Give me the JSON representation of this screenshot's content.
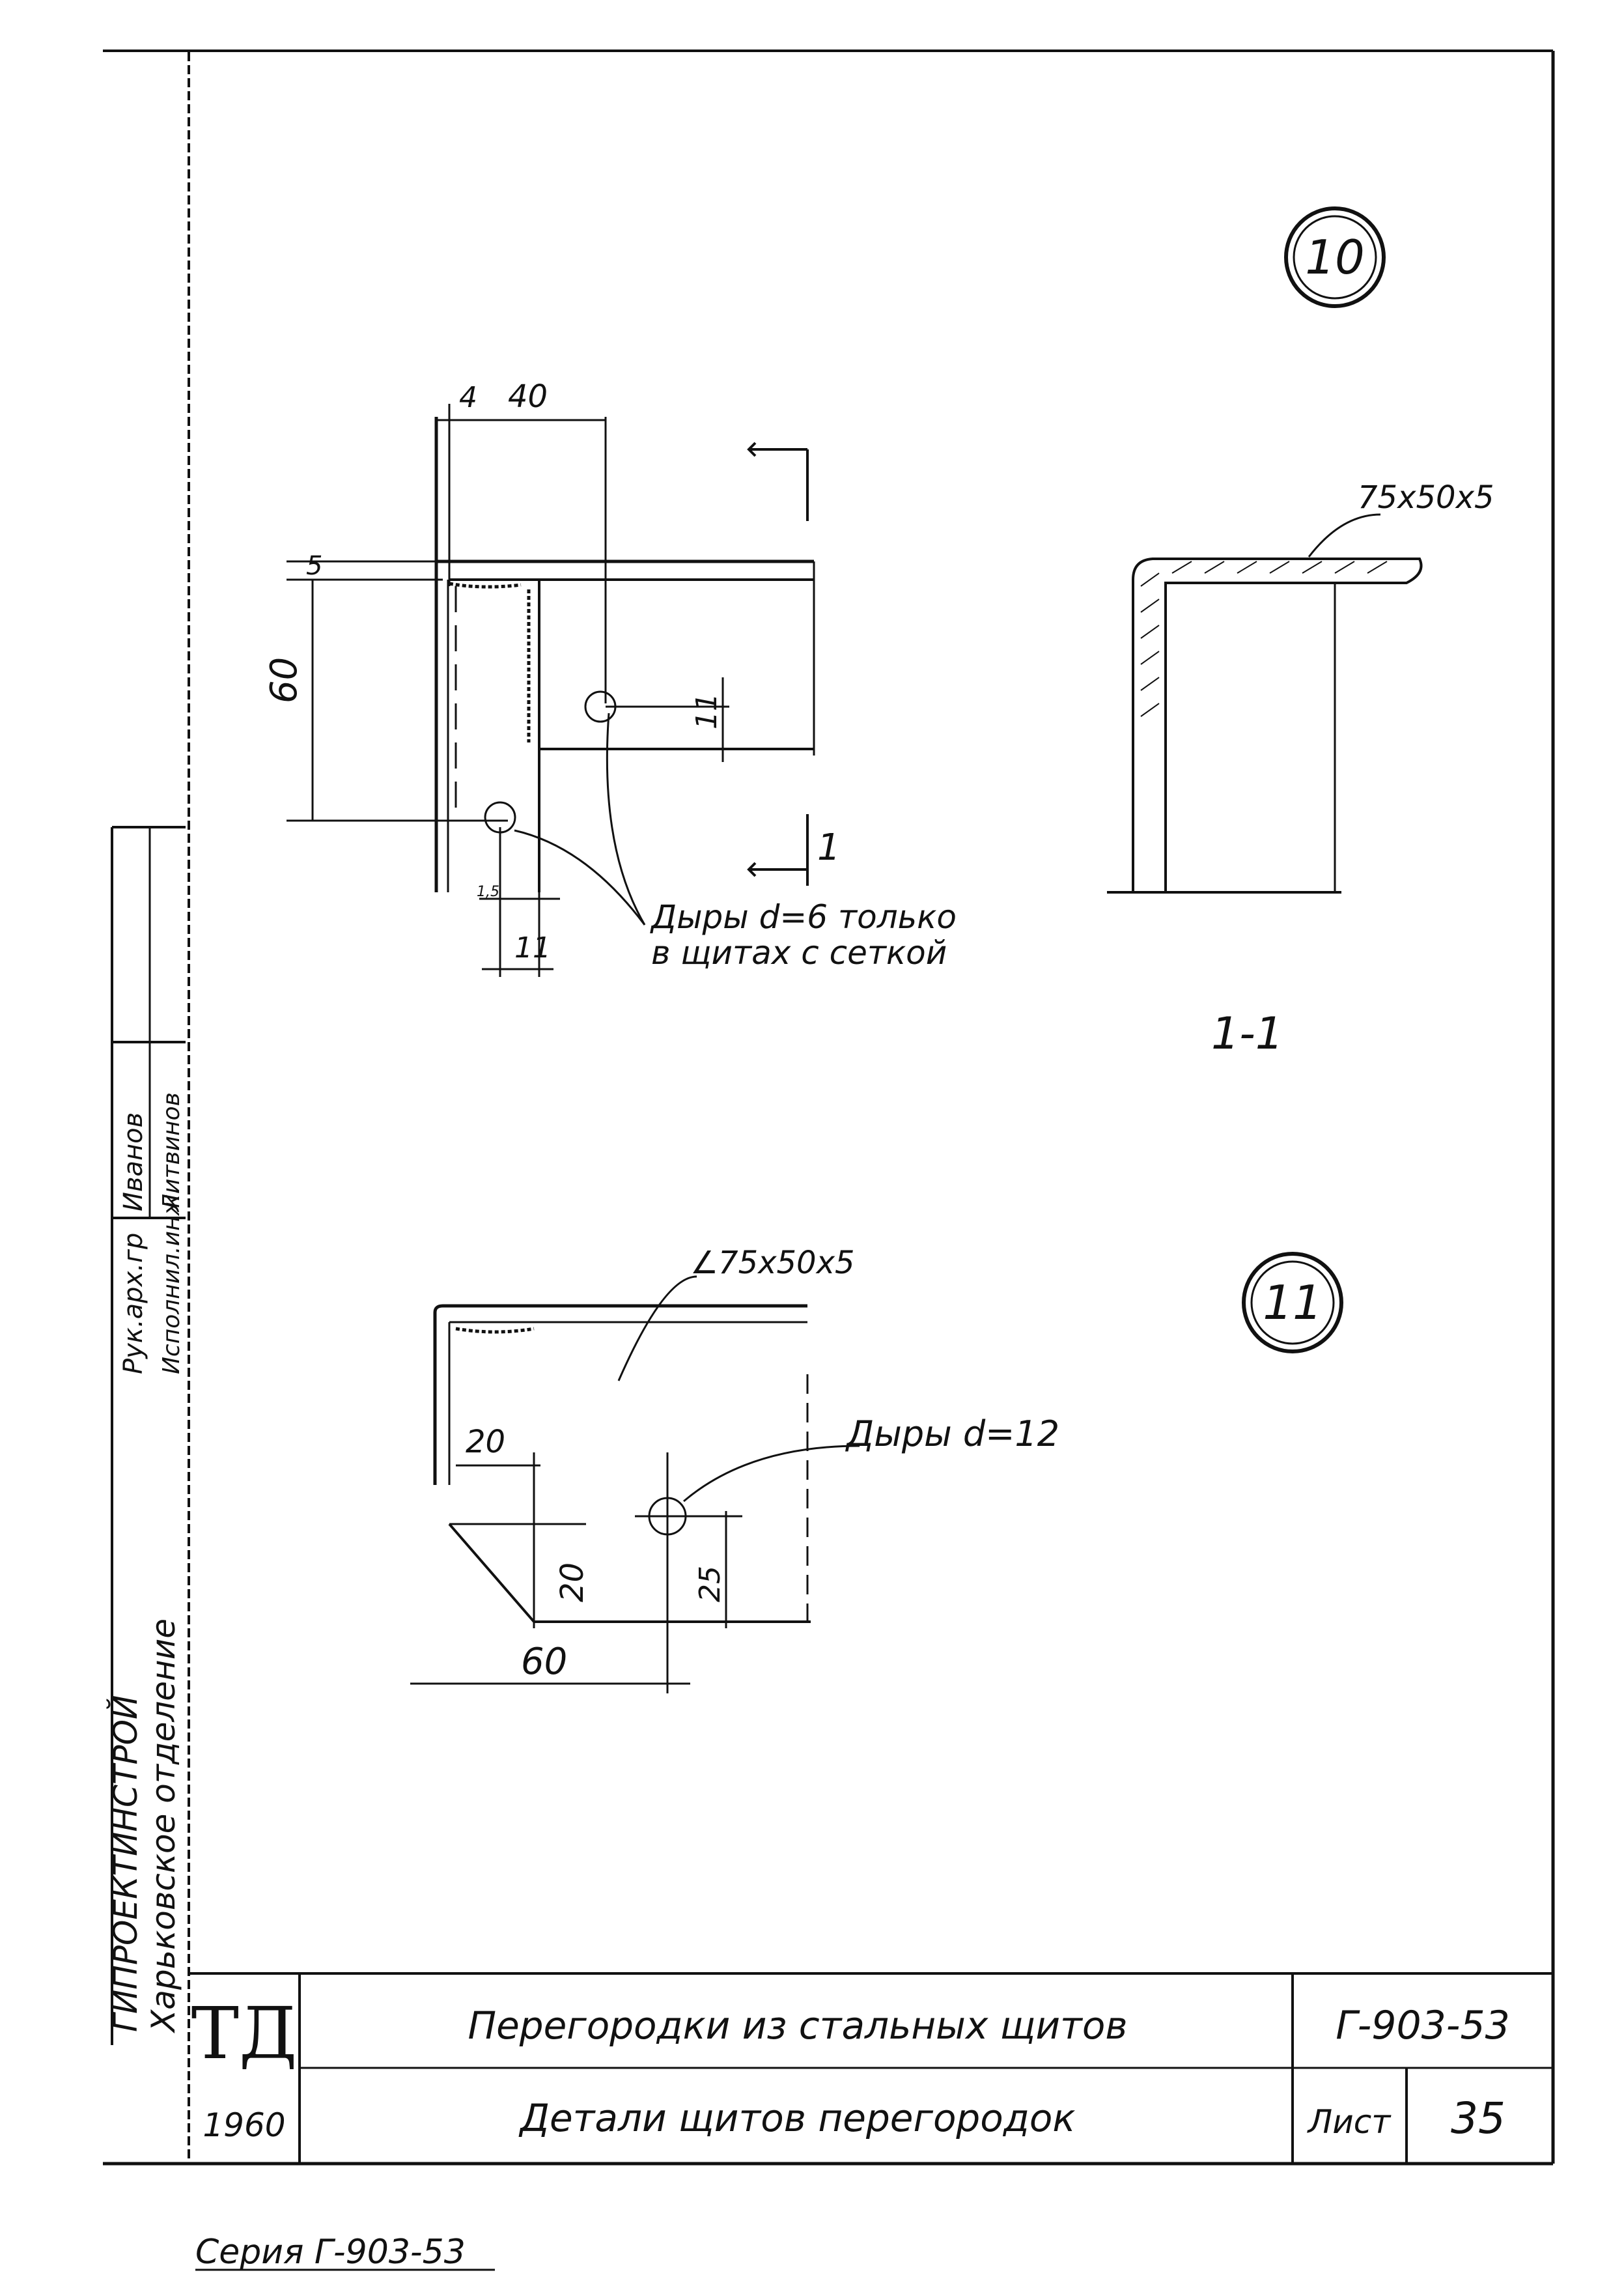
{
  "detail_10": {
    "number": "10",
    "dims": {
      "flange_gap": "4",
      "width": "40",
      "top": "5",
      "height": "60",
      "hole_offset_v": "11",
      "hole_offset_h": "11",
      "small": "1,5"
    },
    "hole_note_line1": "Дыры d=6 только",
    "hole_note_line2": "в щитах с сеткой",
    "section_mark": "1",
    "section_label": "1-1",
    "angle_size": "75x50x5"
  },
  "detail_11": {
    "number": "11",
    "angle_size": "∠75x50x5",
    "hole_note": "Дыры d=12",
    "dims": {
      "a": "20",
      "b": "20",
      "c": "25",
      "d": "60"
    }
  },
  "side_stamp": {
    "org_line1": "ГИПРОЕКТИНСТРОЙ",
    "org_line2": "Харьковское отделение",
    "role1": "Рук.арх.гр",
    "name1": "Иванов",
    "role2": "Исполнил.инж.",
    "name2": "Литвинов"
  },
  "title_block": {
    "logo": "ТД",
    "year": "1960",
    "title": "Перегородки из стальных щитов",
    "subtitle": "Детали щитов перегородок",
    "code": "Г-903-53",
    "sheet_label": "Лист",
    "sheet_no": "35"
  },
  "series_footer": "Серия Г-903-53"
}
